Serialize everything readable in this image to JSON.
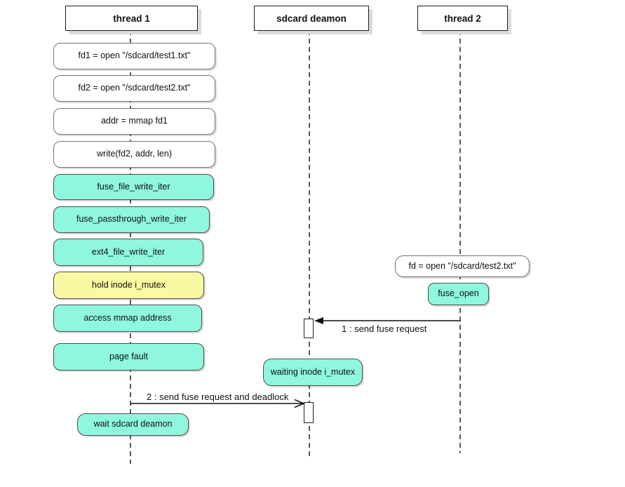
{
  "colors": {
    "teal": "#8EF7DE",
    "yellow": "#FAF8A2",
    "box-border": "#4d4d4d",
    "plain-border": "#737373",
    "lifeline": "#595959",
    "shadow": "#dcdcdc",
    "text": "#111111"
  },
  "diagram": {
    "type": "uml-sequence",
    "actors": [
      {
        "label": "thread 1"
      },
      {
        "label": "sdcard deamon"
      },
      {
        "label": "thread 2"
      }
    ],
    "thread1_boxes": [
      {
        "label": "fd1 = open \"/sdcard/test1.txt\"",
        "type": "plain"
      },
      {
        "label": "fd2 = open \"/sdcard/test2.txt\"",
        "type": "plain"
      },
      {
        "label": "addr = mmap fd1",
        "type": "plain"
      },
      {
        "label": "write(fd2, addr, len)",
        "type": "plain"
      },
      {
        "label": "fuse_file_write_iter",
        "type": "teal"
      },
      {
        "label": "fuse_passthrough_write_iter",
        "type": "teal"
      },
      {
        "label": "ext4_file_write_iter",
        "type": "teal"
      },
      {
        "label": "hold inode i_mutex",
        "type": "yellow"
      },
      {
        "label": "access mmap address",
        "type": "teal"
      },
      {
        "label": "page fault",
        "type": "teal"
      },
      {
        "label": "wait sdcard deamon",
        "type": "teal"
      }
    ],
    "thread2_boxes": [
      {
        "label": "fd = open \"/sdcard/test2.txt\"",
        "type": "plain"
      },
      {
        "label": "fuse_open",
        "type": "teal"
      }
    ],
    "daemon_boxes": [
      {
        "label": "waiting inode i_mutex",
        "type": "teal"
      }
    ],
    "messages": [
      {
        "label": "1 : send fuse request",
        "from": "thread 2",
        "to": "sdcard deamon",
        "head": "solid"
      },
      {
        "label": "2 : send fuse request and deadlock",
        "from": "thread 1",
        "to": "sdcard deamon",
        "head": "open"
      }
    ]
  }
}
